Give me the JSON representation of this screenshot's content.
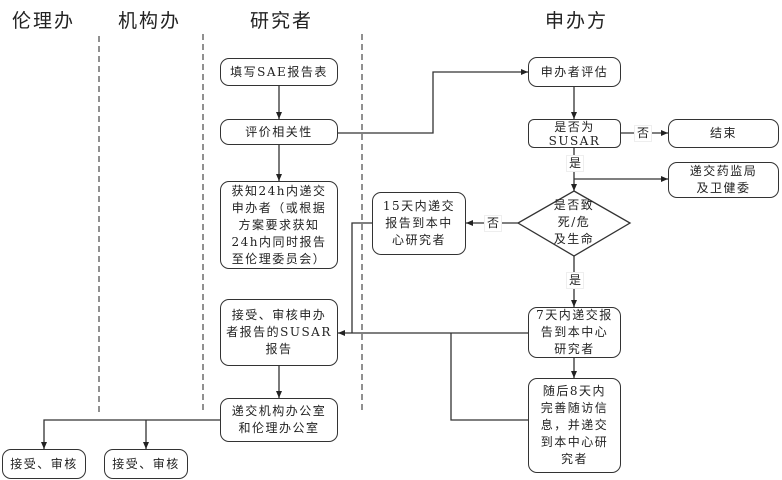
{
  "lanes": [
    "伦理办",
    "机构办",
    "研究者",
    "申办方"
  ],
  "nodes": {
    "fill_sae": "填写SAE报告表",
    "assess_relevance": "评价相关性",
    "report_24h": "获知24h内递交\n申办者（或根据\n方案要求获知\n24h内同时报告\n至伦理委员会）",
    "review_susar": "接受、审核申办\n者报告的SUSAR\n报告",
    "submit_offices": "递交机构办公室\n和伦理办公室",
    "ethics_review": "接受、审核",
    "institution_review": "接受、审核",
    "sponsor_assess": "申办者评估",
    "is_susar": "是否为\nSUSAR",
    "end": "结束",
    "submit_nmpa": "递交药监局\n及卫健委",
    "is_fatal": "是否致\n死/危\n及生命",
    "report_15d": "15天内递交\n报告到本中\n心研究者",
    "report_7d": "7天内递交报\n告到本中心\n研究者",
    "followup_8d": "随后8天内\n完善随访信\n息，并递交\n到本中心研\n究者"
  },
  "edge_labels": {
    "susar_no": "否",
    "susar_yes": "是",
    "fatal_no": "否",
    "fatal_yes": "是"
  }
}
